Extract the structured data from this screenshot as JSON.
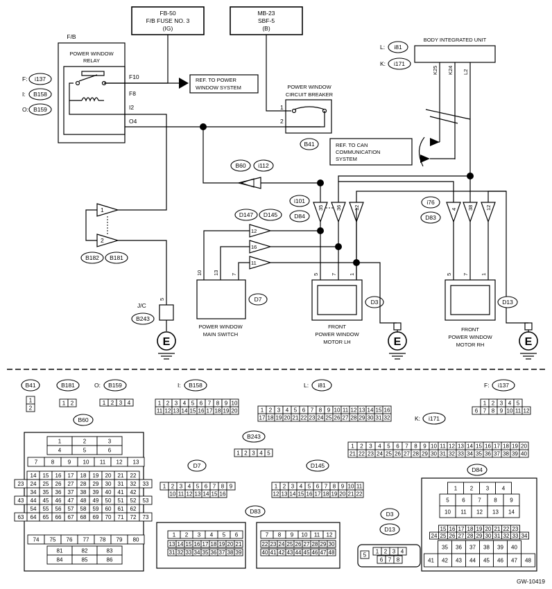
{
  "fuses": {
    "fb50": [
      "FB-50",
      "F/B FUSE NO. 3",
      "(IG)"
    ],
    "mb23": [
      "MB-23",
      "SBF-5",
      "(B)"
    ]
  },
  "relay": {
    "fb_label": "F/B",
    "title": [
      "POWER WINDOW",
      "RELAY"
    ],
    "pins": [
      "F10",
      "F8",
      "I2",
      "O4"
    ],
    "conn_prefix": [
      "F:",
      "I:",
      "O:"
    ],
    "conn_ids": [
      "i137",
      "B158",
      "B159"
    ]
  },
  "ref_power_window": [
    "REF. TO POWER",
    "WINDOW SYSTEM"
  ],
  "breaker": {
    "title": [
      "POWER WINDOW",
      "CIRCUIT BREAKER"
    ],
    "pins": [
      "1",
      "2"
    ],
    "conn": "B41"
  },
  "biu": {
    "title": "BODY INTEGRATED UNIT",
    "conn_prefix": [
      "L:",
      "K:"
    ],
    "conn_ids": [
      "i81",
      "i171"
    ],
    "pins": [
      "K25",
      "K24",
      "L2"
    ]
  },
  "ref_can": [
    "REF. TO CAN",
    "COMMUNICATION",
    "SYSTEM"
  ],
  "b60_i112": [
    "B60",
    "i112"
  ],
  "jc": {
    "pins": [
      "1",
      "2"
    ],
    "conns": [
      "B182",
      "B181"
    ],
    "label": "J/C",
    "b243": "B243",
    "pin5": "5",
    "ground": "E"
  },
  "main_switch": {
    "conns": [
      "D147",
      "D145"
    ],
    "tri_pins": [
      "12",
      "16",
      "11"
    ],
    "pins": [
      "10",
      "13",
      "7"
    ],
    "id": "D7",
    "label": [
      "POWER WINDOW",
      "MAIN SWITCH"
    ]
  },
  "motor_lh": {
    "conns": [
      "i101",
      "D84"
    ],
    "tri_pins": [
      "35",
      "36",
      "12"
    ],
    "pins": [
      "5",
      "7",
      "1"
    ],
    "id": "D3",
    "label": [
      "FRONT",
      "POWER WINDOW",
      "MOTOR LH"
    ],
    "ground": "E"
  },
  "motor_rh": {
    "conns": [
      "i76",
      "D83"
    ],
    "tri_pins": [
      "4",
      "38",
      "12"
    ],
    "pins": [
      "5",
      "7",
      "1"
    ],
    "id": "D13",
    "label": [
      "FRONT",
      "POWER WINDOW",
      "MOTOR RH"
    ],
    "ground": "E"
  },
  "connectors": {
    "b41": {
      "label": "B41",
      "pins": [
        "1",
        "2"
      ]
    },
    "b181": {
      "label": "B181",
      "pins": [
        "1",
        "2"
      ]
    },
    "b159": {
      "prefix": "O:",
      "label": "B159",
      "pins": [
        "1",
        "2",
        "3",
        "4"
      ]
    },
    "b158": {
      "prefix": "I:",
      "label": "B158",
      "rows": [
        [
          "1",
          "2",
          "3",
          "4",
          "5",
          "6",
          "7",
          "8",
          "9",
          "10"
        ],
        [
          "11",
          "12",
          "13",
          "14",
          "15",
          "16",
          "17",
          "18",
          "19",
          "20"
        ]
      ]
    },
    "i81": {
      "prefix": "L:",
      "label": "i81",
      "rows": [
        [
          "1",
          "2",
          "3",
          "4",
          "5",
          "6",
          "7",
          "8",
          "9",
          "10",
          "11",
          "12",
          "13",
          "14",
          "15",
          "16"
        ],
        [
          "17",
          "18",
          "19",
          "20",
          "21",
          "22",
          "23",
          "24",
          "25",
          "26",
          "27",
          "28",
          "29",
          "30",
          "31",
          "32"
        ]
      ]
    },
    "i137": {
      "prefix": "F:",
      "label": "i137",
      "rows": [
        [
          "1",
          "2",
          "3",
          "4",
          "5"
        ],
        [
          "6",
          "7",
          "8",
          "9",
          "10",
          "11",
          "12"
        ]
      ]
    },
    "i171": {
      "prefix": "K:",
      "label": "i171",
      "rows": [
        [
          "1",
          "2",
          "3",
          "4",
          "5",
          "6",
          "7",
          "8",
          "9",
          "10",
          "11",
          "12",
          "13",
          "14",
          "15",
          "16",
          "17",
          "18",
          "19",
          "20"
        ],
        [
          "21",
          "22",
          "23",
          "24",
          "25",
          "26",
          "27",
          "28",
          "29",
          "30",
          "31",
          "32",
          "33",
          "34",
          "35",
          "36",
          "37",
          "38",
          "39",
          "40"
        ]
      ]
    },
    "b60": {
      "label": "B60",
      "rows": [
        [
          "1",
          "2",
          "3"
        ],
        [
          "4",
          "5",
          "6"
        ],
        [
          "7",
          "8",
          "9",
          "10",
          "11",
          "12",
          "13"
        ],
        [
          "14",
          "15",
          "16",
          "17",
          "18",
          "19",
          "20",
          "21",
          "22"
        ],
        [
          "23",
          "24",
          "25",
          "26",
          "27",
          "28",
          "29",
          "30",
          "31",
          "32",
          "33"
        ],
        [
          "34",
          "35",
          "36",
          "37",
          "38",
          "39",
          "40",
          "41",
          "42"
        ],
        [
          "43",
          "44",
          "45",
          "46",
          "47",
          "48",
          "49",
          "50",
          "51",
          "52",
          "53"
        ],
        [
          "54",
          "55",
          "56",
          "57",
          "58",
          "59",
          "60",
          "61",
          "62"
        ],
        [
          "63",
          "64",
          "65",
          "66",
          "67",
          "68",
          "69",
          "70",
          "71",
          "72",
          "73"
        ],
        [
          "74",
          "75",
          "76",
          "77",
          "78",
          "79",
          "80"
        ],
        [
          "81",
          "82",
          "83"
        ],
        [
          "84",
          "85",
          "86"
        ]
      ]
    },
    "b243": {
      "label": "B243",
      "pins": [
        "1",
        "2",
        "3",
        "4",
        "5"
      ]
    },
    "d7": {
      "label": "D7",
      "rows": [
        [
          "1",
          "2",
          "3",
          "4",
          "5",
          "6",
          "7",
          "8",
          "9"
        ],
        [
          "10",
          "11",
          "12",
          "13",
          "14",
          "15",
          "16"
        ]
      ]
    },
    "d145": {
      "label": "D145",
      "rows": [
        [
          "1",
          "2",
          "3",
          "4",
          "5",
          "6",
          "7",
          "8",
          "9",
          "10",
          "11"
        ],
        [
          "12",
          "13",
          "14",
          "15",
          "16",
          "17",
          "18",
          "19",
          "20",
          "21",
          "22"
        ]
      ]
    },
    "d84": {
      "label": "D84",
      "rows": [
        [
          "1",
          "2",
          "3",
          "4"
        ],
        [
          "5",
          "6",
          "7",
          "8",
          "9"
        ],
        [
          "10",
          "11",
          "12",
          "13",
          "14"
        ],
        [
          "15",
          "16",
          "17",
          "18",
          "19",
          "20",
          "21",
          "22",
          "23"
        ],
        [
          "24",
          "25",
          "26",
          "27",
          "28",
          "29",
          "30",
          "31",
          "32",
          "33",
          "34"
        ],
        [
          "35",
          "36",
          "37",
          "38",
          "39",
          "40"
        ],
        [
          "41",
          "42",
          "43",
          "44",
          "45",
          "46",
          "47",
          "48"
        ]
      ]
    },
    "d83": {
      "label": "D83",
      "rows": [
        [
          "1",
          "2",
          "3",
          "4",
          "5",
          "6"
        ],
        [
          "7",
          "8",
          "9",
          "10",
          "11",
          "12"
        ],
        [
          "13",
          "14",
          "15",
          "16",
          "17",
          "18",
          "19",
          "20",
          "21"
        ],
        [
          "22",
          "23",
          "24",
          "25",
          "26",
          "27",
          "28",
          "29",
          "30"
        ],
        [
          "31",
          "32",
          "33",
          "34",
          "35",
          "36",
          "37",
          "38",
          "39"
        ],
        [
          "40",
          "41",
          "42",
          "43",
          "44",
          "45",
          "46",
          "47",
          "48"
        ]
      ]
    },
    "d3_d13": {
      "labels": [
        "D3",
        "D13"
      ],
      "rows": [
        [
          "1",
          "2",
          "3",
          "4",
          "5"
        ],
        [
          "6",
          "7",
          "8"
        ]
      ]
    }
  },
  "footer_code": "GW-10419"
}
